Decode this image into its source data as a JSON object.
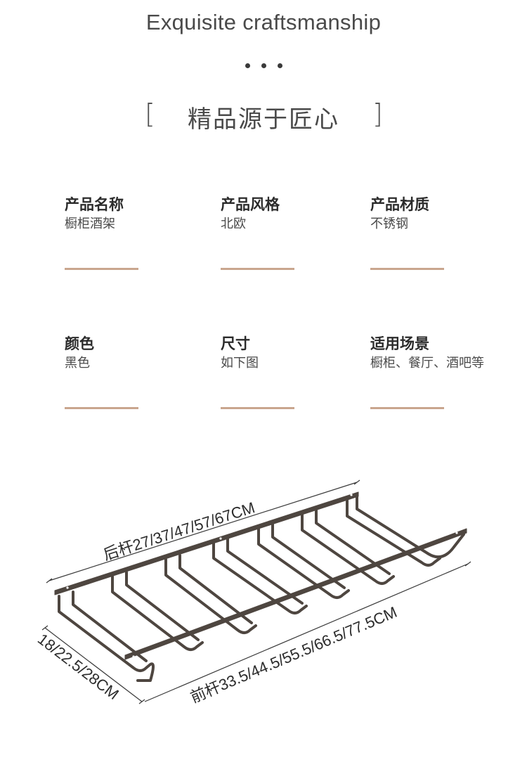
{
  "header": {
    "title": "Exquisite craftsmanship",
    "subtitle": "精品源于匠心",
    "bracket_left": "[",
    "bracket_right": "]"
  },
  "specs": [
    {
      "label": "产品名称",
      "value": "橱柜酒架"
    },
    {
      "label": "产品风格",
      "value": "北欧"
    },
    {
      "label": "产品材质",
      "value": "不锈钢"
    },
    {
      "label": "颜色",
      "value": "黑色"
    },
    {
      "label": "尺寸",
      "value": "如下图"
    },
    {
      "label": "适用场景",
      "value": "橱柜、餐厅、酒吧等"
    }
  ],
  "dimensions": {
    "back_bar": "后杆27/37/47/57/67CM",
    "front_bar": "前杆33.5/44.5/55.5/66.5/77.5CM",
    "depth": "18/22.5/28CM"
  },
  "colors": {
    "accent_rule": "#c9a68e",
    "rack_metal": "#4e4640"
  }
}
